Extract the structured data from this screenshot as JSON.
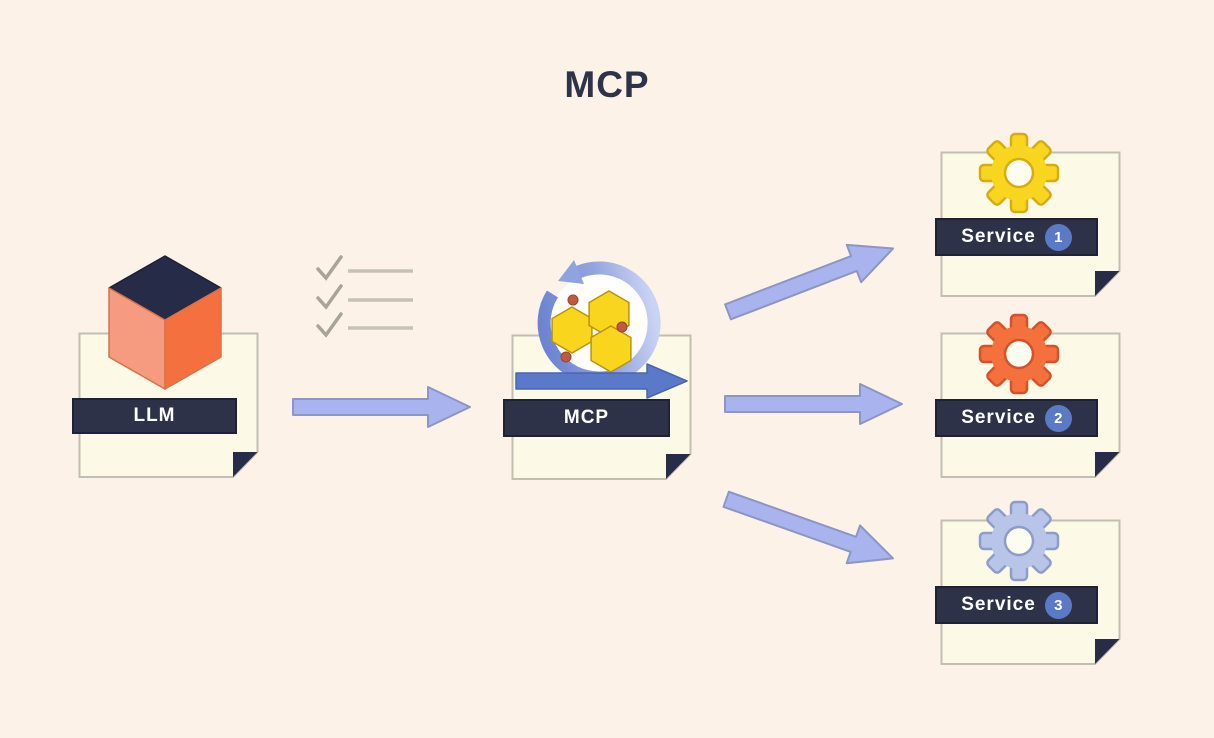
{
  "title": "MCP",
  "llm_node": {
    "label": "LLM",
    "icon": "cube-icon"
  },
  "checklist": {
    "icon": "checklist-icon",
    "item_count": 3
  },
  "mcp_node": {
    "label": "MCP",
    "icon": "sprint-cycle-icon"
  },
  "services": [
    {
      "label": "Service",
      "badge": "1",
      "icon": "gear-icon",
      "gear_fill": "#f8d61f",
      "gear_stroke": "#d8ab13"
    },
    {
      "label": "Service",
      "badge": "2",
      "icon": "gear-icon",
      "gear_fill": "#f4703d",
      "gear_stroke": "#d5512a"
    },
    {
      "label": "Service",
      "badge": "3",
      "icon": "gear-icon",
      "gear_fill": "#b9c5e8",
      "gear_stroke": "#8d9cc9"
    }
  ],
  "arrows": [
    {
      "from": "LLM",
      "to": "MCP"
    },
    {
      "from": "MCP",
      "to": "Service 1"
    },
    {
      "from": "MCP",
      "to": "Service 2"
    },
    {
      "from": "MCP",
      "to": "Service 3"
    }
  ],
  "colors": {
    "background": "#fcf2e8",
    "card_fill": "#fcf9e6",
    "card_border": "#c2beb2",
    "navy_bar": "#2d3249",
    "fold_corner": "#272c49",
    "arrow_fill": "#a9b3ee",
    "arrow_stroke": "#8d95c6",
    "badge_blue": "#5b7ac6",
    "title_text": "#2d3348",
    "cube_top": "#262b47",
    "cube_left_face": "#f79b80",
    "cube_right_face": "#f4713f",
    "check_gray": "#a8a499",
    "line_gray": "#c6c1b5",
    "hexagon_yellow": "#f9d51d",
    "dot_rust": "#bd5b40",
    "cycle_arrow_blue": "#5b79c9"
  }
}
